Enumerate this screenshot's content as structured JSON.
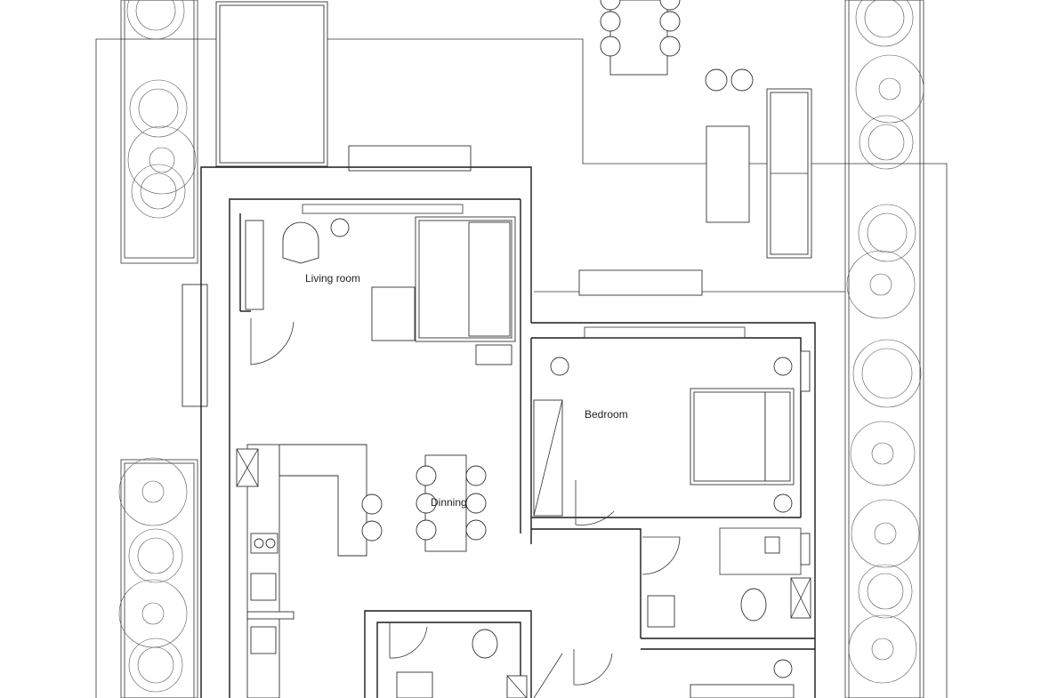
{
  "rooms": {
    "living": "Living room",
    "bedroom": "Bedroom",
    "dining": "Dinning"
  },
  "colors": {
    "line": "#1a1a1a",
    "background": "#ffffff",
    "foliage": "#555555"
  }
}
